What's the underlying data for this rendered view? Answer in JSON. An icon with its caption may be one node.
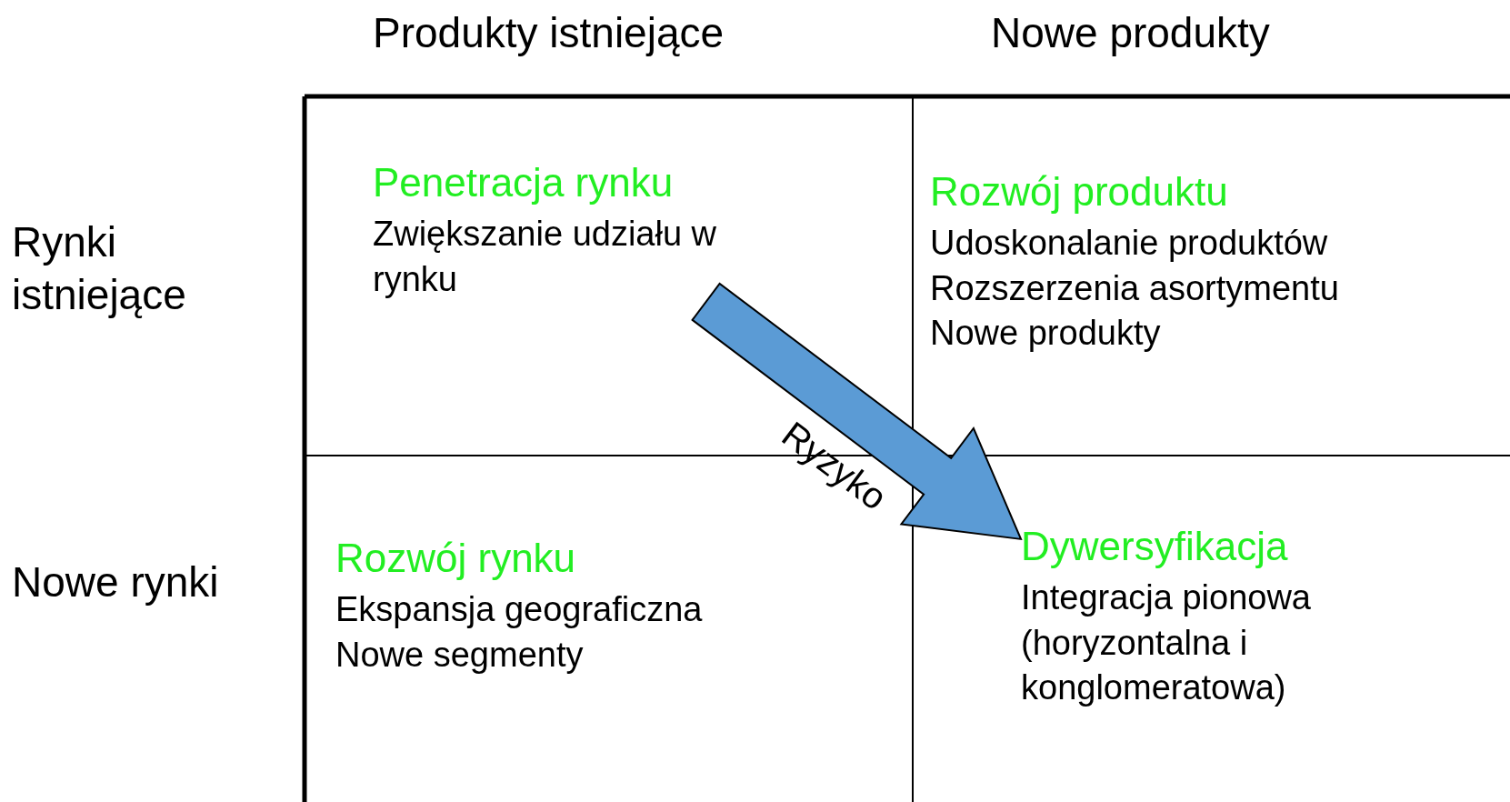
{
  "diagram": {
    "nodes": [
      {
        "text": [
          "Penetracja rynku",
          "Zwiększanie udziału w rynku"
        ]
      },
      {
        "text": [
          "Rozwój produktu",
          "Udoskonalanie produktów",
          "Rozszerzenia asortymentu",
          "Nowe produkty"
        ]
      },
      {
        "text": [
          "Rozwój rynku",
          "Ekspansja geograficzna",
          "Nowe segmenty"
        ]
      },
      {
        "text": [
          "Dywersyfikacja",
          "Integracja pionowa (horyzontalna i konglomeratowa)"
        ]
      }
    ],
    "edges": [
      {
        "from": 0,
        "to": 3,
        "arrow": "to",
        "label": "Ryzyko",
        "style": "thick"
      }
    ],
    "labels": [
      "Produkty istniejące",
      "Nowe produkty",
      "Rynki istniejące",
      "Nowe rynki"
    ]
  }
}
